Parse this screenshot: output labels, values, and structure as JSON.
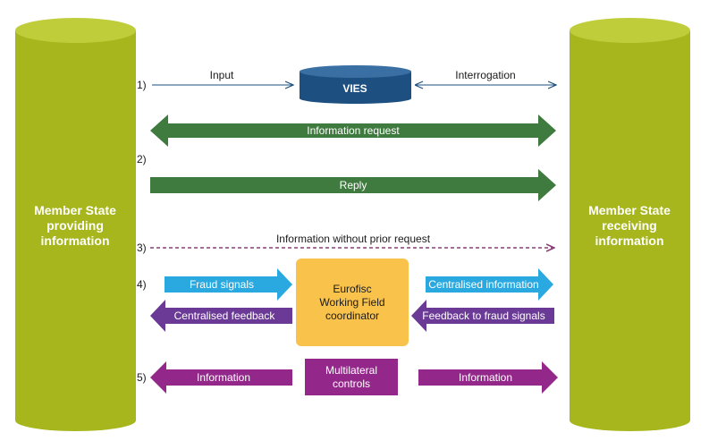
{
  "left_column": {
    "lines": [
      "Member State",
      "providing",
      "information"
    ]
  },
  "right_column": {
    "lines": [
      "Member State",
      "receiving",
      "information"
    ]
  },
  "steps": {
    "s1": "1)",
    "s2": "2)",
    "s3": "3)",
    "s4": "4)",
    "s5": "5)"
  },
  "row1": {
    "input": "Input",
    "database": "VIES",
    "interrogation": "Interrogation"
  },
  "row2": {
    "request": "Information request",
    "reply": "Reply"
  },
  "row3": {
    "label": "Information without prior request"
  },
  "row4": {
    "fraud_signals": "Fraud signals",
    "centralised_feedback": "Centralised feedback",
    "coordinator_lines": [
      "Eurofisc",
      "Working Field",
      "coordinator"
    ],
    "centralised_information": "Centralised information",
    "feedback_to_fraud": "Feedback to fraud signals"
  },
  "row5": {
    "info_left": "Information",
    "controls_lines": [
      "Multilateral",
      "controls"
    ],
    "info_right": "Information"
  },
  "colors": {
    "column": "#a6b61c",
    "column_top": "#bfcd3a",
    "vies": "#1d4f80",
    "dark_green": "#3f7a3f",
    "dashed_purple": "#8a3f7a",
    "cyan": "#29a9e0",
    "violet": "#6b3a96",
    "magenta": "#93288a",
    "coordinator": "#f9c24a"
  }
}
